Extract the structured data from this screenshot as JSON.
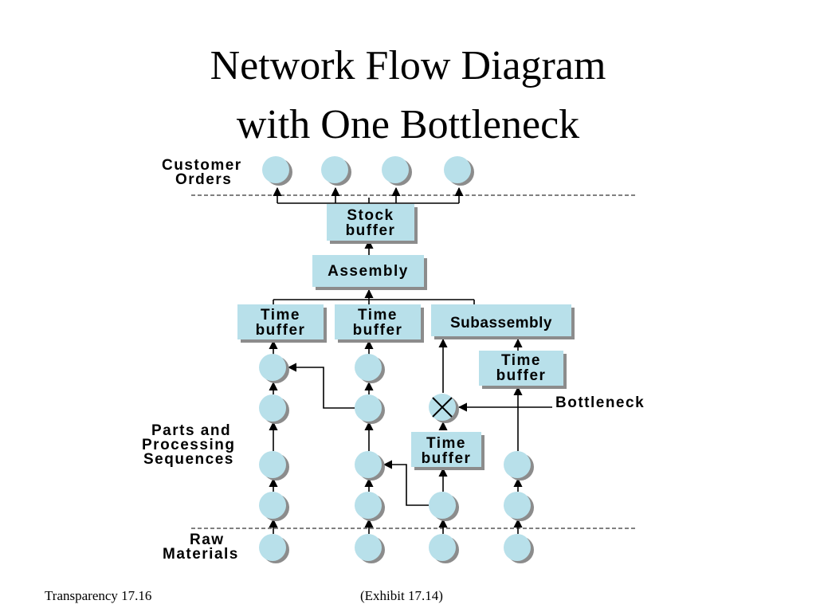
{
  "title_line1": "Network Flow Diagram",
  "title_line2": "with One Bottleneck",
  "labels": {
    "customer_orders": [
      "Customer",
      "Orders"
    ],
    "parts_processing": [
      "Parts and",
      "Processing",
      "Sequences"
    ],
    "raw_materials": [
      "Raw",
      "Materials"
    ],
    "bottleneck": "Bottleneck"
  },
  "boxes": {
    "stock_buffer": [
      "Stock",
      "buffer"
    ],
    "assembly": [
      "Assembly"
    ],
    "time_buffer_1": [
      "Time",
      "buffer"
    ],
    "time_buffer_2": [
      "Time",
      "buffer"
    ],
    "subassembly": [
      "Subassembly"
    ],
    "time_buffer_3": [
      "Time",
      "buffer"
    ],
    "time_buffer_4": [
      "Time",
      "buffer"
    ]
  },
  "footer": {
    "left": "Transparency 17.16",
    "center": "(Exhibit 17.14)"
  },
  "colors": {
    "node_fill": "#b8e0ea",
    "shadow": "#8c8c8c"
  }
}
